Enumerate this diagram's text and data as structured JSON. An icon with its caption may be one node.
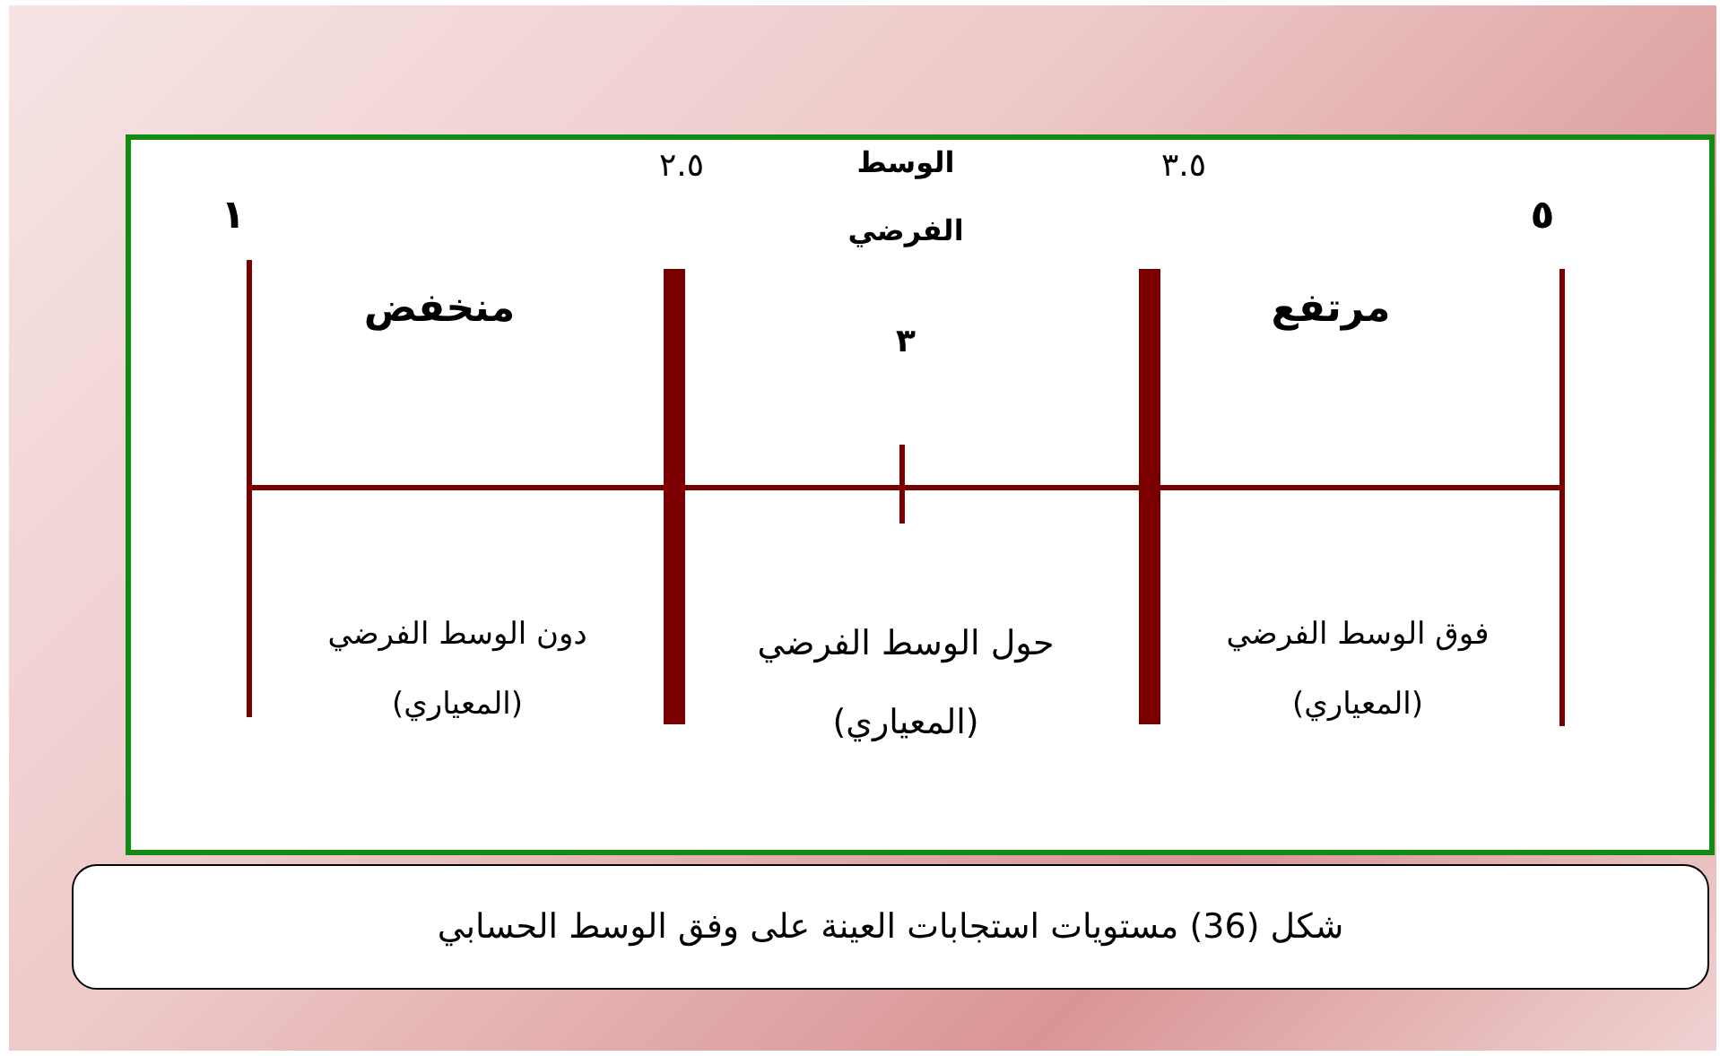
{
  "diagram": {
    "caption": "شكل (36) مستويات استجابات العينة على وفق الوسط الحسابي",
    "labels": [
      "٥",
      "٣.٥",
      "الوسط الفرضي",
      "٢.٥",
      "١",
      "مرتفع",
      "منخفض",
      "٣",
      "فوق الوسط الفرضي (المعياري)",
      "حول الوسط الفرضي (المعياري)",
      "دون الوسط الفرضي (المعياري)"
    ]
  }
}
